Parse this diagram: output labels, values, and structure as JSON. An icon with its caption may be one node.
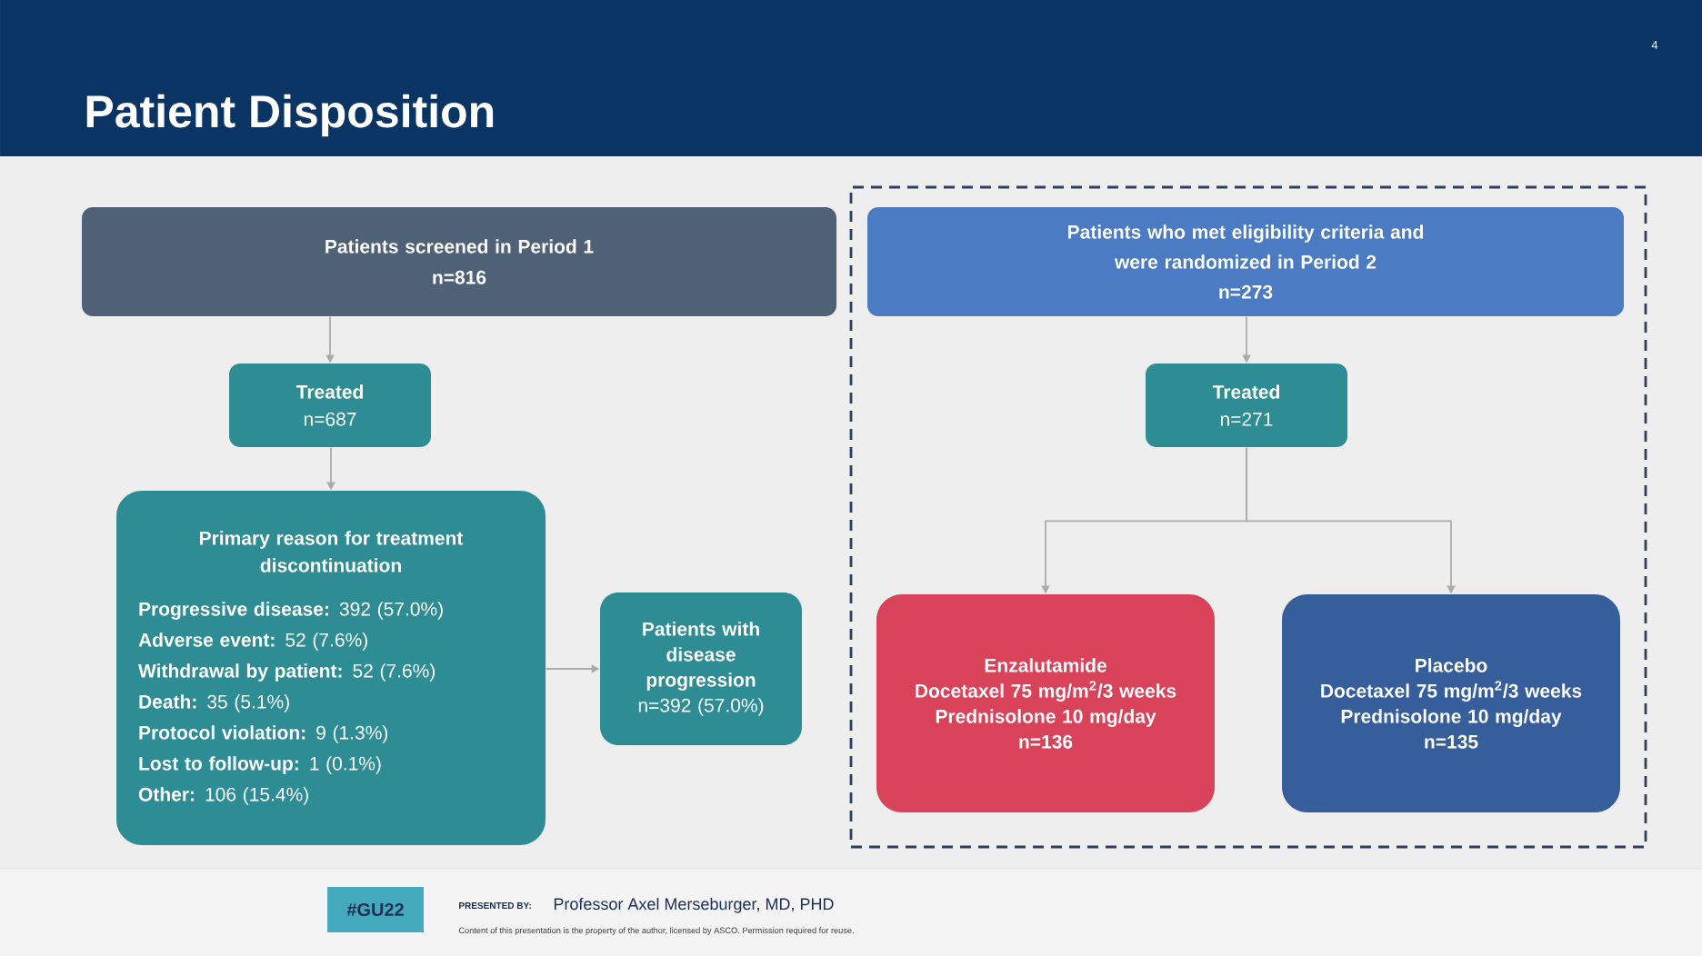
{
  "diagram": {
    "title": "Patient Disposition",
    "nodes": [
      {
        "text": [
          "Patients screened in Period 1",
          "n=816"
        ]
      },
      {
        "text": [
          "Treated",
          "n=687"
        ]
      },
      {
        "text": [
          "Primary reason for treatment discontinuation",
          "**Progressive disease:** 392 (57.0%)",
          "**Adverse event:** 52 (7.6%)",
          "**Withdrawal by patient:** 52 (7.6%)",
          "**Death:** 35 (5.1%)",
          "**Protocol violation:** 9 (1.3%)",
          "**Lost to follow-up:** 1 (0.1%)",
          "**Other:** 106 (15.4%)"
        ]
      },
      {
        "text": [
          "Patients with disease progression",
          "n=392 (57.0%)"
        ]
      },
      {
        "text": [],
        "shape": "box"
      },
      {
        "text": [
          "Patients who met eligibility criteria and were randomized in Period 2",
          "n=273"
        ],
        "in": 4
      },
      {
        "text": [
          "Treated",
          "n=271"
        ],
        "in": 4
      },
      {
        "text": [
          "Enzalutamide",
          "Docetaxel 75 mg/m$^{2}$/3 weeks",
          "Prednisolone 10 mg/day",
          "n=136"
        ],
        "in": 4
      },
      {
        "text": [
          "Placebo",
          "Docetaxel 75 mg/m$^{2}$/3 weeks",
          "Prednisolone 10 mg/day",
          "n=135"
        ],
        "in": 4
      }
    ],
    "edges": [
      {
        "from": 0,
        "to": 1,
        "arrow": "to"
      },
      {
        "from": 1,
        "to": 2,
        "arrow": "to"
      },
      {
        "from": 2,
        "to": 3,
        "arrow": "to"
      },
      {
        "from": 5,
        "to": 6,
        "arrow": "to"
      },
      {
        "from": 6,
        "to": 7,
        "arrow": "to"
      },
      {
        "from": 6,
        "to": 8,
        "arrow": "to"
      }
    ],
    "labels": [
      "4",
      "#GU22",
      "PRESENTED BY:",
      "Professor Axel Merseburger, MD, PHD",
      "Content of this presentation is the property of the author, licensed by ASCO. Permission required for reuse."
    ]
  }
}
